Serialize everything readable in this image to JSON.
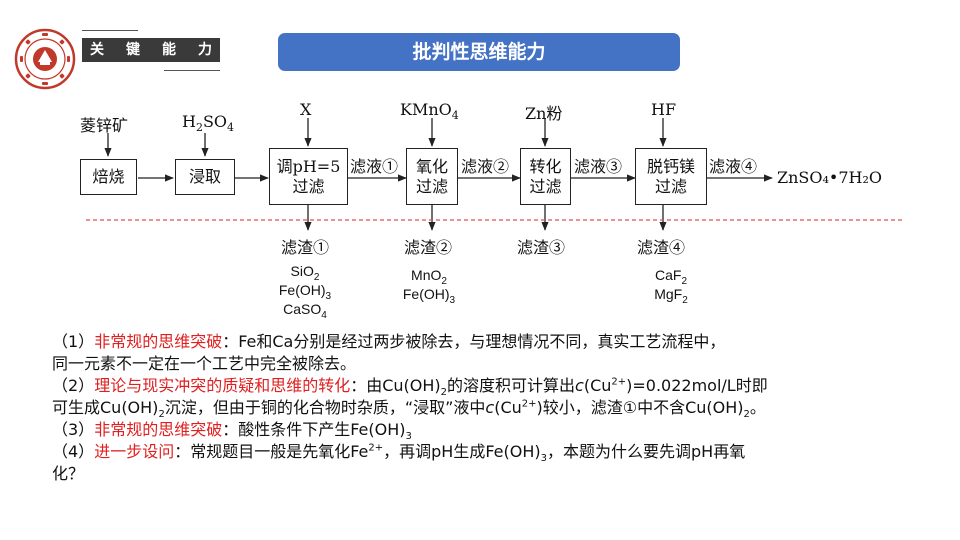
{
  "header": {
    "section_tag": "关键能力",
    "title": "批判性思维能力"
  },
  "flow": {
    "inputs": {
      "ore": "菱锌矿",
      "acid_base": "H",
      "acid_sub": "2",
      "acid_tail": "SO",
      "acid_sub2": "4",
      "x": "X",
      "kmno4_base": "KMnO",
      "kmno4_sub": "4",
      "zn": "Zn粉",
      "hf": "HF"
    },
    "steps": {
      "roast": "焙烧",
      "leach": "浸取",
      "adjust_line1": "调pH=5",
      "adjust_line2": "过滤",
      "oxidize_line1": "氧化",
      "oxidize_line2": "过滤",
      "convert_line1": "转化",
      "convert_line2": "过滤",
      "decal_line1": "脱钙镁",
      "decal_line2": "过滤"
    },
    "filtrates": [
      "滤液①",
      "滤液②",
      "滤液③",
      "滤液④"
    ],
    "product": "ZnSO₄•7H₂O",
    "residues": [
      "滤渣①",
      "滤渣②",
      "滤渣③",
      "滤渣④"
    ],
    "residue1": {
      "l1a": "SiO",
      "l1b": "2",
      "l2a": "Fe(OH)",
      "l2b": "3",
      "l3a": "CaSO",
      "l3b": "4"
    },
    "residue2": {
      "l1a": "MnO",
      "l1b": "2",
      "l2a": "Fe(OH)",
      "l2b": "3"
    },
    "residue4": {
      "l1a": "CaF",
      "l1b": "2",
      "l2a": "MgF",
      "l2b": "2"
    }
  },
  "text": {
    "p1": {
      "num": "（1）",
      "head": "非常规的思维突破",
      "body1": "：Fe和Ca分别是经过两步被除去，与理想情况不同，真实工艺流程中，",
      "body2": "同一元素不一定在一个工艺中完全被除去。"
    },
    "p2": {
      "num": "（2）",
      "head": "理论与现实冲突的质疑和思维的转化",
      "a": "：由Cu(OH)",
      "a_sub": "2",
      "b": "的溶度积可计算出",
      "c_it": "c",
      "c": "(Cu",
      "c_sup": "2+",
      "d": ")=0.022mol/L时即",
      "e": "可生成Cu(OH)",
      "e_sub": "2",
      "f": "沉淀，但由于铜的化合物时杂质，“浸取”液中",
      "g_it": "c",
      "g": "(Cu",
      "g_sup": "2+",
      "h": ")较小，滤渣①中不含Cu(OH)",
      "h_sub": "2",
      "i": "。"
    },
    "p3": {
      "num": "（3）",
      "head": "非常规的思维突破",
      "a": "：酸性条件下产生Fe(OH)",
      "a_sub": "3"
    },
    "p4": {
      "num": "（4）",
      "head": "进一步设问",
      "a": "：常规题目一般是先氧化Fe",
      "a_sup": "2+",
      "b": "，再调pH生成Fe(OH)",
      "b_sub": "3",
      "c": "，本题为什么要先调pH再氧",
      "d": "化？"
    }
  },
  "colors": {
    "accent_blue": "#4472c4",
    "emphasis_red": "#e02020",
    "tag_dark": "#3a3a3a",
    "guide_red": "#e05050"
  }
}
